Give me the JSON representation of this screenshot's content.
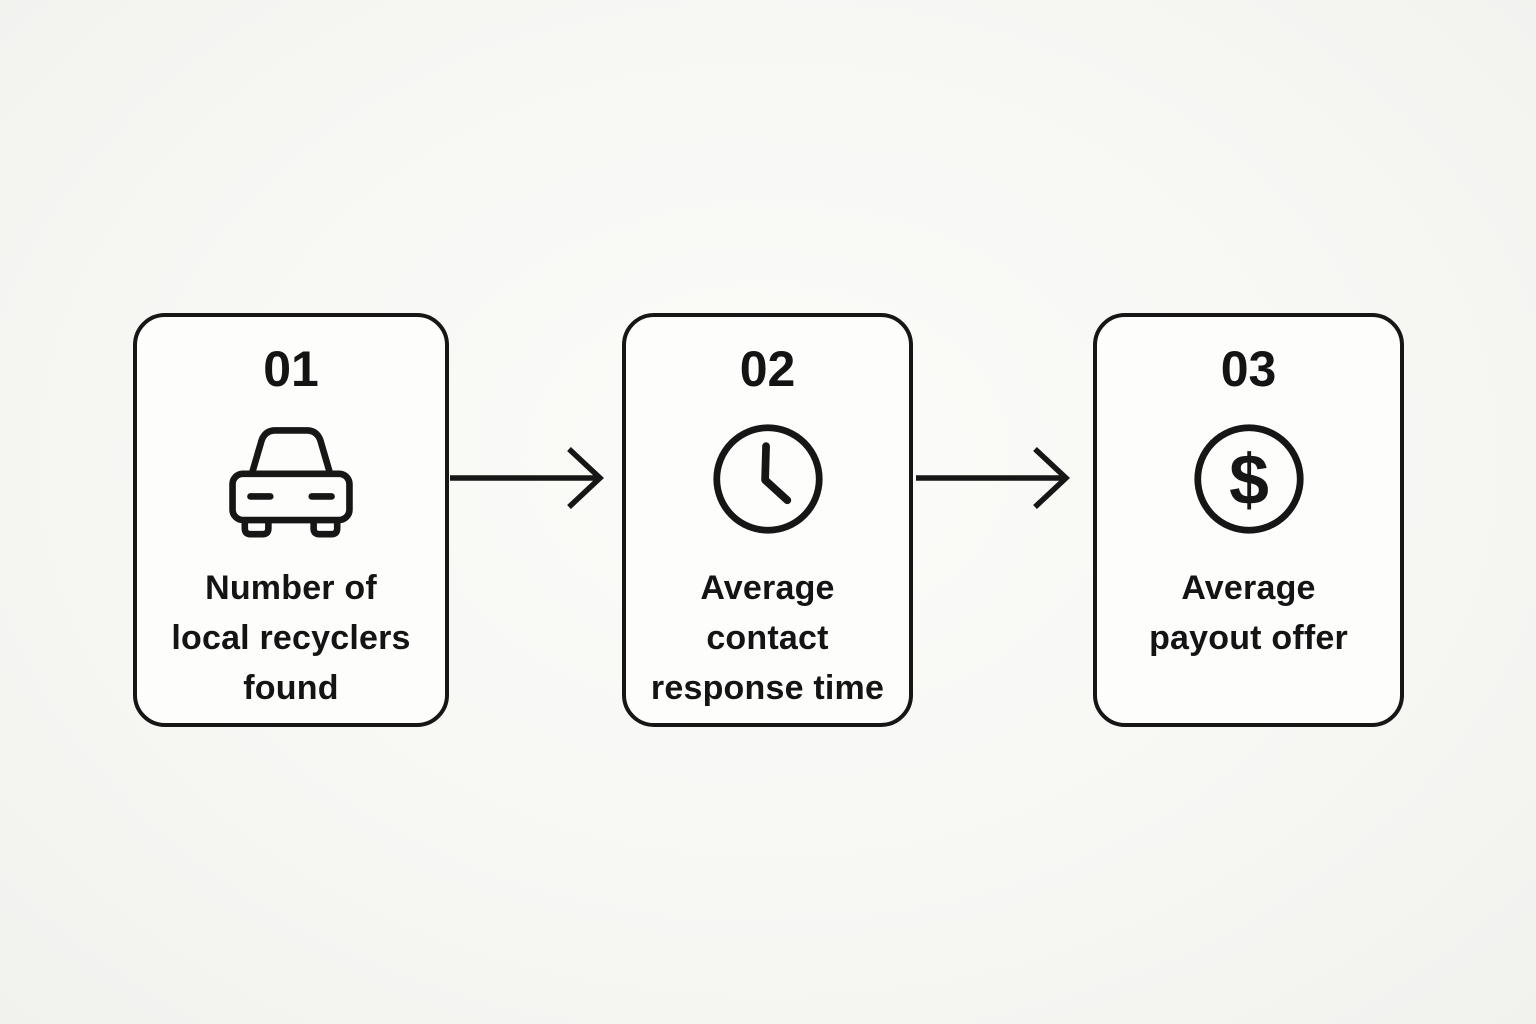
{
  "diagram": {
    "type": "horizontal-step-flow",
    "background_color": "#f7f7f4",
    "card_fill_color": "#fdfdfc",
    "stroke_color": "#161616",
    "steps": [
      {
        "number": "01",
        "icon": "car-icon",
        "lines": [
          "Number of",
          "local recyclers",
          "found"
        ],
        "label": "Number of local recyclers found"
      },
      {
        "number": "02",
        "icon": "clock-icon",
        "lines": [
          "Average",
          "contact",
          "response time"
        ],
        "label": "Average contact response time"
      },
      {
        "number": "03",
        "icon": "dollar-circle-icon",
        "lines": [
          "Average",
          "payout offer"
        ],
        "label": "Average payout offer"
      }
    ],
    "connectors": [
      {
        "from": "01",
        "to": "02",
        "icon": "arrow-right-icon"
      },
      {
        "from": "02",
        "to": "03",
        "icon": "arrow-right-icon"
      }
    ]
  }
}
